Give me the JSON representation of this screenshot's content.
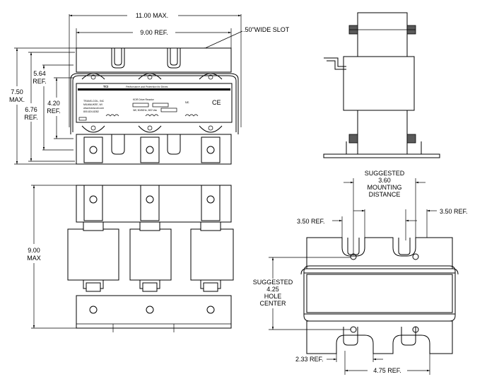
{
  "top_view": {
    "overall_width": "11.00 MAX.",
    "slot_ref": "9.00 REF.",
    "slot_note": ".50\"WIDE SLOT",
    "height_overall": "7.50",
    "height_overall_suffix": "MAX.",
    "height_mid": "6.76",
    "height_mid_suffix": "REF.",
    "height_upper": "5.64",
    "height_upper_suffix": "REF.",
    "height_inner": "4.20",
    "height_inner_suffix": "REF."
  },
  "label_plate": {
    "logo": "TCI",
    "tagline": "Performance and Protection for Drives",
    "company_lines": [
      "TRANS-COIL, INC",
      "MILWAUKEE, WI",
      "www.transcoil.com",
      "800-824-8282"
    ],
    "product_line": "KDR Drive Reactor",
    "spec_line": "3Ø, 50/60Hz, 600 Vac",
    "part_box_left": "",
    "part_box_right": "",
    "ul_mark": "UL",
    "ce_mark": "CE"
  },
  "front_view": {
    "height": "9.00",
    "height_suffix": "MAX"
  },
  "bottom_view": {
    "mounting_line1": "SUGGESTED",
    "mounting_line2": "3.60",
    "mounting_line3": "MOUNTING",
    "mounting_line4": "DISTANCE",
    "left_ref": "3.50 REF.",
    "right_ref": "3.50 REF.",
    "hole_line1": "SUGGESTED",
    "hole_line2": "4.25",
    "hole_line3": "HOLE",
    "hole_line4": "CENTER",
    "bottom_left_ref": "2.33 REF.",
    "bottom_ref": "4.75 REF."
  }
}
